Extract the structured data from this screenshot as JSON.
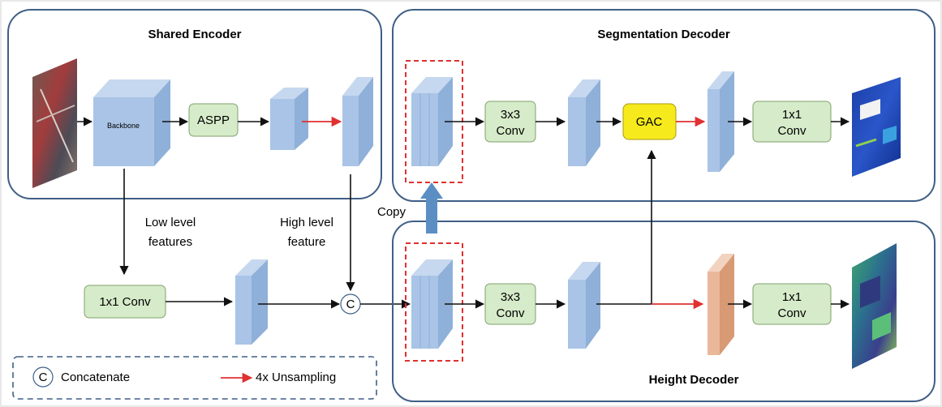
{
  "panels": {
    "shared_encoder": "Shared Encoder",
    "segmentation_decoder": "Segmentation Decoder",
    "height_decoder": "Height Decoder"
  },
  "nodes": {
    "backbone": "Backbone",
    "aspp": "ASPP",
    "conv1x1_low": "1x1 Conv",
    "seg_conv3x3_l1": "3x3",
    "seg_conv3x3_l2": "Conv",
    "gac": "GAC",
    "seg_conv1x1_l1": "1x1",
    "seg_conv1x1_l2": "Conv",
    "h_conv3x3_l1": "3x3",
    "h_conv3x3_l2": "Conv",
    "h_conv1x1_l1": "1x1",
    "h_conv1x1_l2": "Conv",
    "concat_symbol": "C"
  },
  "labels": {
    "low_level_l1": "Low level",
    "low_level_l2": "features",
    "high_level_l1": "High level",
    "high_level_l2": "feature",
    "copy": "Copy"
  },
  "legend": {
    "concat_symbol": "C",
    "concat_label": "Concatenate",
    "upsample_label": "4x Unsampling"
  },
  "colors": {
    "block_blue": "#a9c4e6",
    "conv_green": "#d6ebc9",
    "gac_yellow": "#f7ea1c",
    "upsample_red": "#e03030",
    "height_block": "#e9b89a",
    "panel_border": "#3f5f86"
  }
}
